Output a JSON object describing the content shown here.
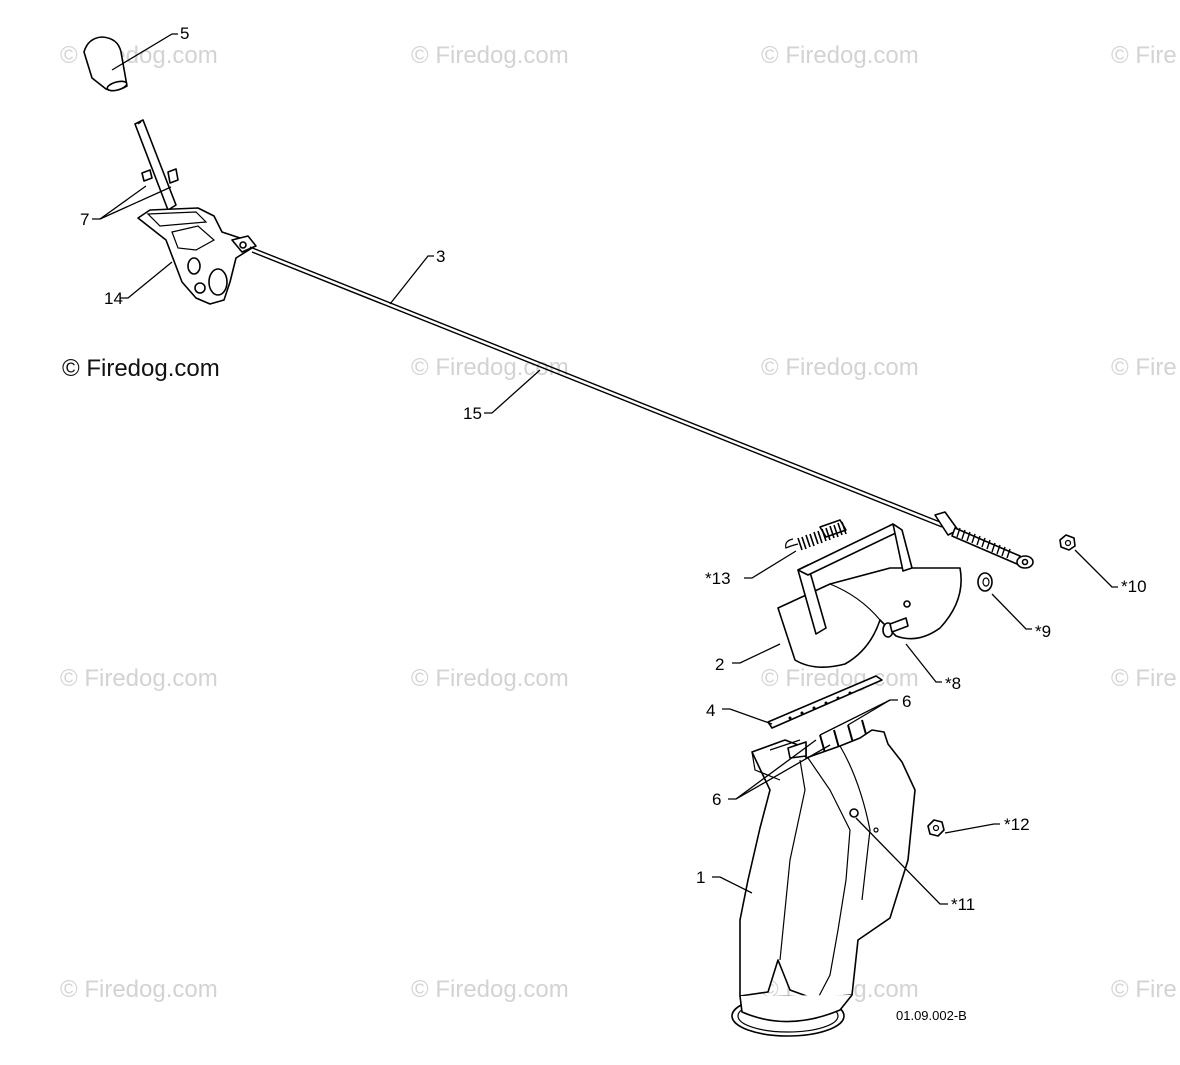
{
  "watermark_text": "© Firedog.com",
  "watermark_partial": "© Fire",
  "main_copyright": "© Firedog.com",
  "drawing_code": "01.09.002-B",
  "callouts": {
    "c5": "5",
    "c7": "7",
    "c14": "14",
    "c3": "3",
    "c15": "15",
    "c13": "*13",
    "c10": "*10",
    "c9": "*9",
    "c2": "2",
    "c8": "*8",
    "c4": "4",
    "c6a": "6",
    "c6b": "6",
    "c12": "*12",
    "c1": "1",
    "c11": "*11"
  }
}
